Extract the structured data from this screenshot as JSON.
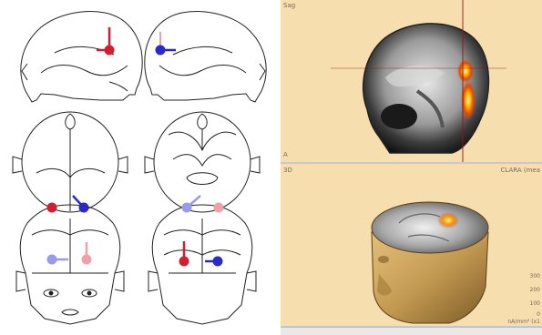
{
  "viewer": {
    "top_label": "Sag",
    "top_corner": "A",
    "bottom_label": "3D",
    "bottom_right_label": "CLARA (mea",
    "scale_ticks": [
      "300",
      "200",
      "100",
      "0"
    ],
    "scale_unit": "nA/mm² (x1"
  },
  "colors": {
    "red": "#d0202f",
    "blue": "#2a2ac8",
    "red_faded": "#f2a0a7",
    "blue_faded": "#9a9ae8",
    "viewer_background": "#f7deae",
    "crosshair": "#9a1010"
  },
  "icons": {
    "dipole_marker": "circle-with-stem",
    "crosshair": "crosshair-lines"
  }
}
